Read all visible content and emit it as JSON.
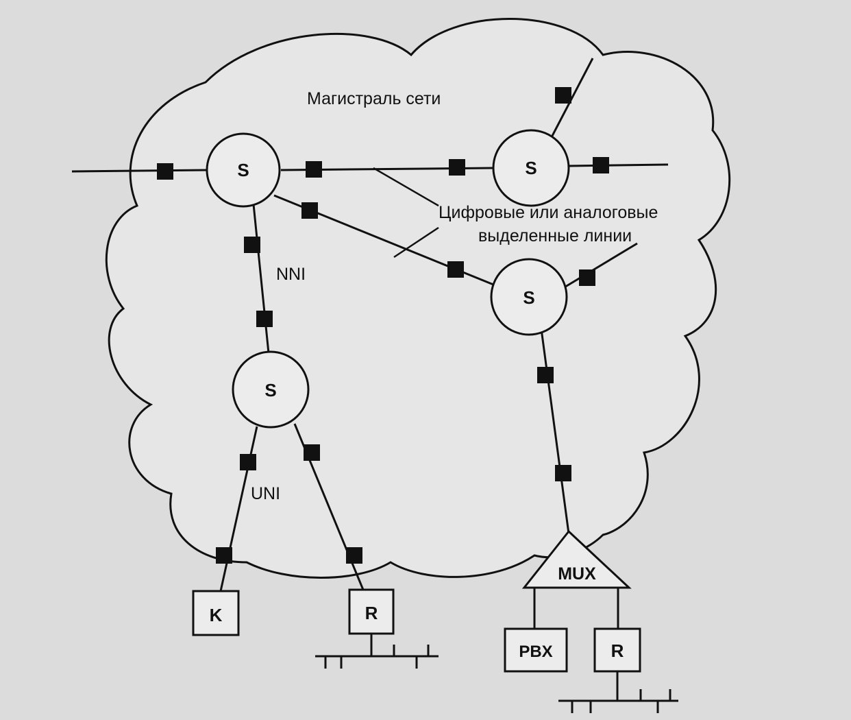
{
  "labels": {
    "backbone": "Магистраль сети",
    "leased_lines_1": "Цифровые или аналоговые",
    "leased_lines_2": "выделенные линии",
    "nni": "NNI",
    "uni": "UNI"
  },
  "nodes": {
    "switch": "S",
    "terminal_k": "K",
    "router": "R",
    "mux": "MUX",
    "pbx": "PBX"
  }
}
